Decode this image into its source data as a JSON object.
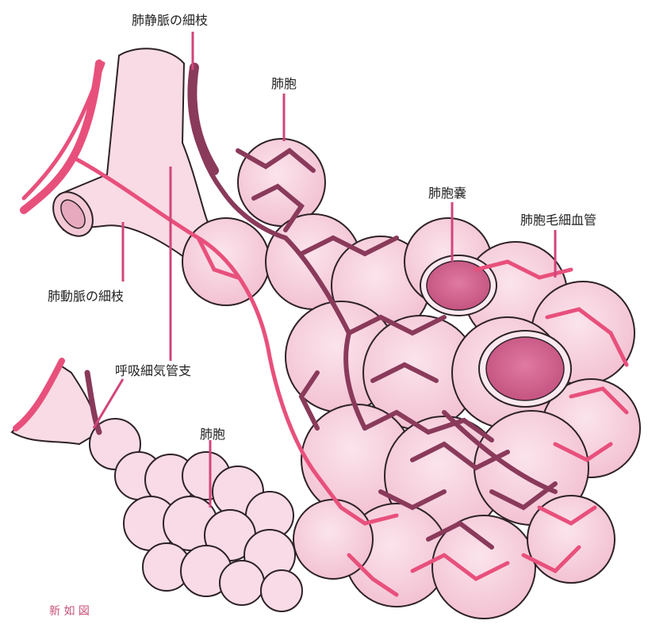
{
  "labels": {
    "pulmonary_vein_branch": "肺静脈の細枝",
    "alveolus_top": "肺胞",
    "alveolar_sac": "肺胞嚢",
    "alveolar_capillary": "肺胞毛細血管",
    "pulmonary_artery_branch": "肺動脈の細枝",
    "respiratory_bronchiole": "呼吸細気管支",
    "alveolus_bottom": "肺胞",
    "credit": "新 如 図"
  },
  "colors": {
    "tissue_fill": "#f6d3df",
    "tissue_stroke": "#3a2a30",
    "artery": "#e8507c",
    "vein": "#8a3a5a",
    "sac_opening": "#c85a86",
    "leader": "#d2457a"
  }
}
